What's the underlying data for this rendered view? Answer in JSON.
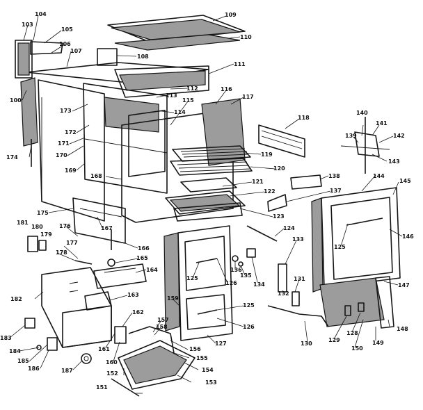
{
  "diagram": {
    "labels": [
      {
        "id": "lbl-100",
        "text": "100"
      },
      {
        "id": "lbl-103",
        "text": "103"
      },
      {
        "id": "lbl-104",
        "text": "104"
      },
      {
        "id": "lbl-105",
        "text": "105"
      },
      {
        "id": "lbl-106",
        "text": "106"
      },
      {
        "id": "lbl-107",
        "text": "107"
      },
      {
        "id": "lbl-108",
        "text": "108"
      },
      {
        "id": "lbl-109",
        "text": "109"
      },
      {
        "id": "lbl-110",
        "text": "110"
      },
      {
        "id": "lbl-111",
        "text": "111"
      },
      {
        "id": "lbl-112",
        "text": "112"
      },
      {
        "id": "lbl-113",
        "text": "113"
      },
      {
        "id": "lbl-114",
        "text": "114"
      },
      {
        "id": "lbl-115",
        "text": "115"
      },
      {
        "id": "lbl-116",
        "text": "116"
      },
      {
        "id": "lbl-117",
        "text": "117"
      },
      {
        "id": "lbl-118",
        "text": "118"
      },
      {
        "id": "lbl-119",
        "text": "119"
      },
      {
        "id": "lbl-120",
        "text": "120"
      },
      {
        "id": "lbl-121",
        "text": "121"
      },
      {
        "id": "lbl-122",
        "text": "122"
      },
      {
        "id": "lbl-123",
        "text": "123"
      },
      {
        "id": "lbl-124",
        "text": "124"
      },
      {
        "id": "lbl-125a",
        "text": "125"
      },
      {
        "id": "lbl-125b",
        "text": "125"
      },
      {
        "id": "lbl-125c",
        "text": "125"
      },
      {
        "id": "lbl-126a",
        "text": "126"
      },
      {
        "id": "lbl-126b",
        "text": "126"
      },
      {
        "id": "lbl-127",
        "text": "127"
      },
      {
        "id": "lbl-128",
        "text": "128"
      },
      {
        "id": "lbl-129",
        "text": "129"
      },
      {
        "id": "lbl-130",
        "text": "130"
      },
      {
        "id": "lbl-131",
        "text": "131"
      },
      {
        "id": "lbl-132",
        "text": "132"
      },
      {
        "id": "lbl-133",
        "text": "133"
      },
      {
        "id": "lbl-134",
        "text": "134"
      },
      {
        "id": "lbl-135",
        "text": "135"
      },
      {
        "id": "lbl-136",
        "text": "136"
      },
      {
        "id": "lbl-137",
        "text": "137"
      },
      {
        "id": "lbl-138",
        "text": "138"
      },
      {
        "id": "lbl-139",
        "text": "139"
      },
      {
        "id": "lbl-140",
        "text": "140"
      },
      {
        "id": "lbl-141",
        "text": "141"
      },
      {
        "id": "lbl-142",
        "text": "142"
      },
      {
        "id": "lbl-143",
        "text": "143"
      },
      {
        "id": "lbl-144",
        "text": "144"
      },
      {
        "id": "lbl-145",
        "text": "145"
      },
      {
        "id": "lbl-146",
        "text": "146"
      },
      {
        "id": "lbl-147",
        "text": "147"
      },
      {
        "id": "lbl-148",
        "text": "148"
      },
      {
        "id": "lbl-149",
        "text": "149"
      },
      {
        "id": "lbl-150",
        "text": "150"
      },
      {
        "id": "lbl-151",
        "text": "151"
      },
      {
        "id": "lbl-152",
        "text": "152"
      },
      {
        "id": "lbl-153",
        "text": "153"
      },
      {
        "id": "lbl-154",
        "text": "154"
      },
      {
        "id": "lbl-155",
        "text": "155"
      },
      {
        "id": "lbl-156",
        "text": "156"
      },
      {
        "id": "lbl-157",
        "text": "157"
      },
      {
        "id": "lbl-158",
        "text": "158"
      },
      {
        "id": "lbl-159",
        "text": "159"
      },
      {
        "id": "lbl-160",
        "text": "160"
      },
      {
        "id": "lbl-161",
        "text": "161"
      },
      {
        "id": "lbl-162",
        "text": "162"
      },
      {
        "id": "lbl-163",
        "text": "163"
      },
      {
        "id": "lbl-164",
        "text": "164"
      },
      {
        "id": "lbl-165",
        "text": "165"
      },
      {
        "id": "lbl-166",
        "text": "166"
      },
      {
        "id": "lbl-167",
        "text": "167"
      },
      {
        "id": "lbl-168",
        "text": "168"
      },
      {
        "id": "lbl-169",
        "text": "169"
      },
      {
        "id": "lbl-170",
        "text": "170"
      },
      {
        "id": "lbl-171",
        "text": "171"
      },
      {
        "id": "lbl-172",
        "text": "172"
      },
      {
        "id": "lbl-173",
        "text": "173"
      },
      {
        "id": "lbl-174",
        "text": "174"
      },
      {
        "id": "lbl-175",
        "text": "175"
      },
      {
        "id": "lbl-176",
        "text": "176"
      },
      {
        "id": "lbl-177",
        "text": "177"
      },
      {
        "id": "lbl-178",
        "text": "178"
      },
      {
        "id": "lbl-179",
        "text": "179"
      },
      {
        "id": "lbl-180",
        "text": "180"
      },
      {
        "id": "lbl-181",
        "text": "181"
      },
      {
        "id": "lbl-182",
        "text": "182"
      },
      {
        "id": "lbl-183",
        "text": "183"
      },
      {
        "id": "lbl-184",
        "text": "184"
      },
      {
        "id": "lbl-185",
        "text": "185"
      },
      {
        "id": "lbl-186",
        "text": "186"
      },
      {
        "id": "lbl-187",
        "text": "187"
      }
    ]
  }
}
